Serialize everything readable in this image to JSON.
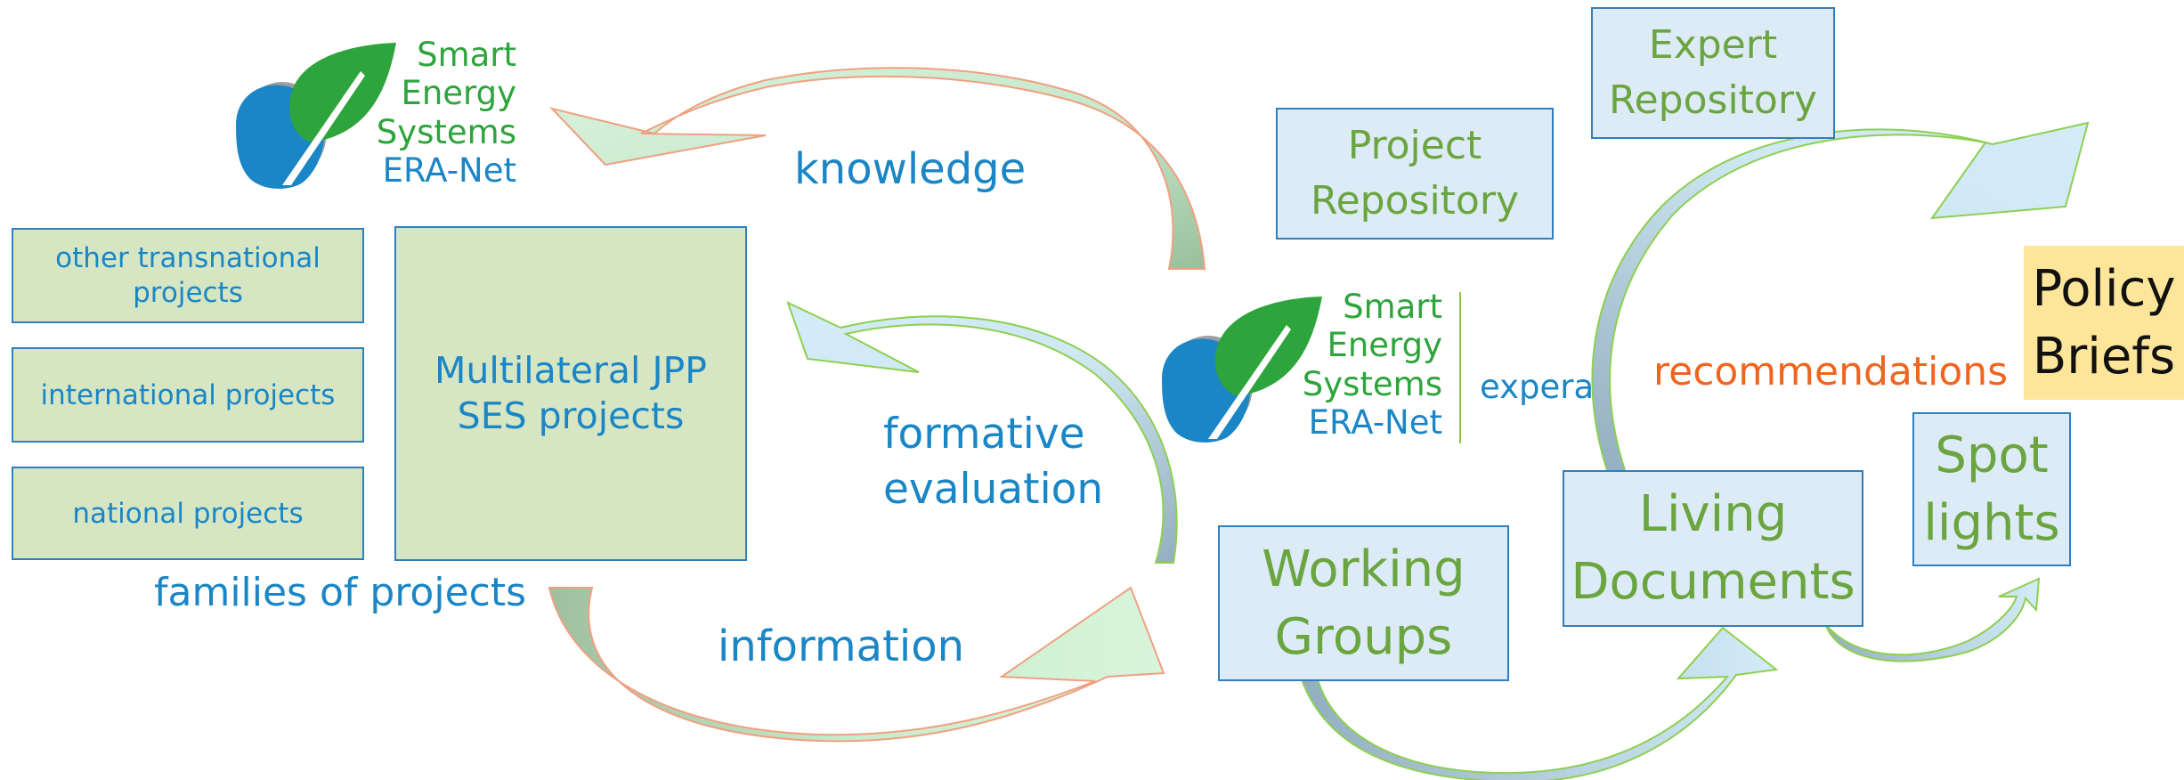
{
  "logo_top": {
    "line1": "Smart",
    "line2": "Energy",
    "line3": "Systems",
    "line4": "ERA-Net"
  },
  "logo_center": {
    "line1": "Smart",
    "line2": "Energy",
    "line3": "Systems",
    "line4": "ERA-Net",
    "suffix": "expera"
  },
  "left_boxes": {
    "other_transnational": "other transnational projects",
    "international": "international projects",
    "national": "national projects",
    "multilateral": "Multilateral JPP SES projects"
  },
  "labels": {
    "families": "families of projects",
    "knowledge": "knowledge",
    "formative": "formative",
    "evaluation": "evaluation",
    "information": "information",
    "recommendations": "recommendations"
  },
  "right_boxes": {
    "expert_repo_1": "Expert",
    "expert_repo_2": "Repository",
    "project_repo_1": "Project",
    "project_repo_2": "Repository",
    "working_groups_1": "Working",
    "working_groups_2": "Groups",
    "living_docs_1": "Living",
    "living_docs_2": "Documents",
    "spot_1": "Spot",
    "spot_2": "lights",
    "policy_1": "Policy",
    "policy_2": "Briefs"
  },
  "colors": {
    "green_fill": "#d6e6c3",
    "blue_fill": "#ddebf6",
    "policy_fill": "#fde59a",
    "label_blue": "#1a86c6",
    "label_green": "#6aa540",
    "orange": "#f0651e"
  }
}
